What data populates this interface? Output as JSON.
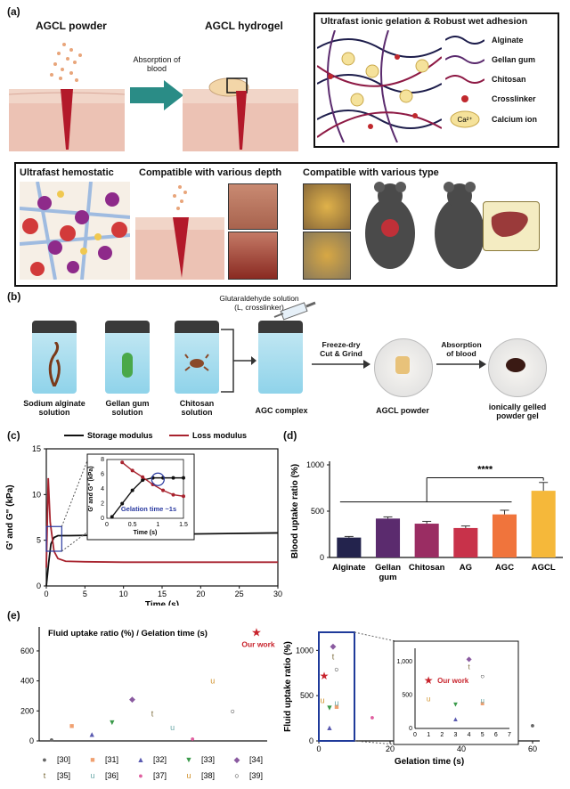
{
  "panel_a": {
    "letter": "(a)",
    "agcl_powder": "AGCL powder",
    "agcl_hydrogel": "AGCL hydrogel",
    "absorption": "Absorption of blood",
    "network_title": "Ultrafast ionic gelation & Robust wet adhesion",
    "legend": {
      "alginate": "Alginate",
      "gellan": "Gellan gum",
      "chitosan": "Chitosan",
      "crosslinker": "Crosslinker",
      "calcium": "Calcium ion",
      "ca_symbol": "Ca²⁺"
    },
    "ultrafast_hemostatic": "Ultrafast hemostatic",
    "compatible_depth": "Compatible with various depth",
    "compatible_type": "Compatible with various type"
  },
  "panel_b": {
    "letter": "(b)",
    "glut": "Glutaraldehyde solution",
    "glut_sub": "(L, crosslinker)",
    "sodium": "Sodium alginate",
    "solution": "solution",
    "gellan": "Gellan gum",
    "chitosan": "Chitosan",
    "agc_complex": "AGC complex",
    "freeze": "Freeze-dry",
    "cut": "Cut & Grind",
    "agcl_powder": "AGCL powder",
    "absorption": "Absorption",
    "of_blood": "of blood",
    "ionically": "ionically gelled",
    "powder_gel": "powder gel"
  },
  "panel_c": {
    "letter": "(c)",
    "legend_storage": "Storage modulus",
    "legend_loss": "Loss modulus",
    "ylabel": "G' and G\" (kPa)",
    "xlabel": "Time (s)",
    "inset_ylabel": "G' and G\" (kPa)",
    "inset_xlabel": "Time (s)",
    "gelation_note": "Gelation time ~1s"
  },
  "panel_d": {
    "letter": "(d)",
    "significance": "****"
  },
  "panel_e": {
    "letter": "(e)",
    "plot_title": "Fluid uptake ratio (%) / Gelation time (s)",
    "our_work": "Our work",
    "inset_our_work": "Our work"
  },
  "colors": {
    "storage": "#111111",
    "loss": "#a8232e",
    "network_border": "#111111",
    "alginate": "#1d1d4b",
    "gellan": "#5b2b6e",
    "chitosan": "#8e1a45",
    "crosslinker": "#c0282d",
    "calcium": "#f5e29b",
    "arrow": "#2a8c86"
  },
  "chart_data": [
    {
      "type": "line",
      "id": "rheology",
      "x_range": [
        0,
        30
      ],
      "y_range": [
        0,
        15
      ],
      "x_ticks": [
        0,
        5,
        10,
        15,
        20,
        25,
        30
      ],
      "y_ticks": [
        0,
        5,
        10,
        15
      ],
      "xlabel": "Time (s)",
      "ylabel": "G' and G\" (kPa)",
      "series": [
        {
          "name": "Storage modulus",
          "x": [
            0,
            0.3,
            0.6,
            1.0,
            1.5,
            3,
            10,
            20,
            30
          ],
          "y": [
            0,
            2.5,
            4.6,
            5.3,
            5.5,
            5.5,
            5.6,
            5.7,
            5.8
          ]
        },
        {
          "name": "Loss modulus",
          "x": [
            0,
            0.25,
            0.5,
            1.0,
            1.5,
            2.5,
            5,
            10,
            20,
            30
          ],
          "y": [
            2,
            11.8,
            7,
            3.8,
            3.0,
            2.7,
            2.65,
            2.6,
            2.6,
            2.6
          ]
        }
      ],
      "inset": {
        "x_range": [
          0,
          1.5
        ],
        "y_range": [
          0,
          8
        ],
        "x_ticks": [
          0,
          0.5,
          1.0,
          1.5
        ],
        "y_ticks": [
          0,
          2,
          4,
          6,
          8
        ],
        "storage": {
          "x": [
            0.1,
            0.3,
            0.5,
            0.7,
            0.9,
            1.1,
            1.3,
            1.5
          ],
          "y": [
            0.2,
            2.0,
            3.8,
            5.2,
            5.5,
            5.5,
            5.5,
            5.5
          ]
        },
        "loss": {
          "x": [
            0.3,
            0.5,
            0.7,
            0.9,
            1.1,
            1.3,
            1.5
          ],
          "y": [
            7.6,
            6.5,
            5.6,
            4.6,
            3.8,
            3.2,
            3.0
          ]
        }
      }
    },
    {
      "type": "bar",
      "id": "blood_uptake",
      "categories": [
        "Alginate",
        "Gellan gum",
        "Chitosan",
        "AG",
        "AGC",
        "AGCL"
      ],
      "values": [
        215,
        420,
        365,
        318,
        465,
        720
      ],
      "errors": [
        12,
        18,
        25,
        22,
        45,
        90
      ],
      "colors": [
        "#23234d",
        "#5b2b6e",
        "#9a2d63",
        "#c8324a",
        "#f0743c",
        "#f5b83a"
      ],
      "ylabel": "Blood uptake ratio (%)",
      "ylim": [
        0,
        1000
      ],
      "y_ticks": [
        0,
        500,
        1000
      ]
    },
    {
      "type": "scatter",
      "id": "fluid_ratio",
      "title": "Fluid uptake ratio (%) / Gelation time (s)",
      "y_ticks": [
        0,
        200,
        400,
        600
      ],
      "ylim": [
        0,
        760
      ],
      "points": [
        {
          "ref": "[30]",
          "y": 10
        },
        {
          "ref": "[31]",
          "y": 100
        },
        {
          "ref": "[32]",
          "y": 45
        },
        {
          "ref": "[33]",
          "y": 125
        },
        {
          "ref": "[34]",
          "y": 280
        },
        {
          "ref": "[35]",
          "y": 180
        },
        {
          "ref": "[36]",
          "y": 90
        },
        {
          "ref": "[37]",
          "y": 15
        },
        {
          "ref": "[38]",
          "y": 400
        },
        {
          "ref": "[39]",
          "y": 200
        },
        {
          "ref": "Our work",
          "y": 720
        }
      ]
    },
    {
      "type": "scatter",
      "id": "uptake_vs_gelation",
      "xlabel": "Gelation time (s)",
      "ylabel": "Fluid uptake ratio (%)",
      "x_ticks": [
        0,
        20,
        40,
        60
      ],
      "y_ticks": [
        0,
        500,
        1000
      ],
      "xlim": [
        0,
        62
      ],
      "ylim": [
        0,
        1200
      ],
      "points": [
        {
          "ref": "[30]",
          "x": 60,
          "y": 170
        },
        {
          "ref": "[31]",
          "x": 5,
          "y": 380
        },
        {
          "ref": "[32]",
          "x": 3,
          "y": 150
        },
        {
          "ref": "[33]",
          "x": 3,
          "y": 370
        },
        {
          "ref": "[34]",
          "x": 4,
          "y": 1050
        },
        {
          "ref": "[35]",
          "x": 4,
          "y": 930
        },
        {
          "ref": "[36]",
          "x": 5,
          "y": 420
        },
        {
          "ref": "[37]",
          "x": 15,
          "y": 260
        },
        {
          "ref": "[38]",
          "x": 1,
          "y": 450
        },
        {
          "ref": "[39]",
          "x": 5,
          "y": 790
        },
        {
          "ref": "Our work",
          "x": 1,
          "y": 720
        }
      ],
      "inset": {
        "x_ticks": [
          0,
          1,
          2,
          3,
          4,
          5,
          6,
          7
        ],
        "y_ticks": [
          0,
          500,
          1000
        ],
        "y_tick_labels": [
          "0",
          "500",
          "1,000"
        ]
      }
    }
  ],
  "legend_e": [
    {
      "ref": "[30]",
      "marker": "●",
      "color": "#666666"
    },
    {
      "ref": "[31]",
      "marker": "■",
      "color": "#f0a070"
    },
    {
      "ref": "[32]",
      "marker": "▲",
      "color": "#5a5ab0"
    },
    {
      "ref": "[33]",
      "marker": "▼",
      "color": "#3a9a4a"
    },
    {
      "ref": "[34]",
      "marker": "◆",
      "color": "#8a5aa0"
    },
    {
      "ref": "[35]",
      "marker": "t",
      "color": "#7a6a3a"
    },
    {
      "ref": "[36]",
      "marker": "u",
      "color": "#6aa8a8"
    },
    {
      "ref": "[37]",
      "marker": "●",
      "color": "#e060a0"
    },
    {
      "ref": "[38]",
      "marker": "u",
      "color": "#d0902a"
    },
    {
      "ref": "[39]",
      "marker": "○",
      "color": "#111111"
    }
  ]
}
